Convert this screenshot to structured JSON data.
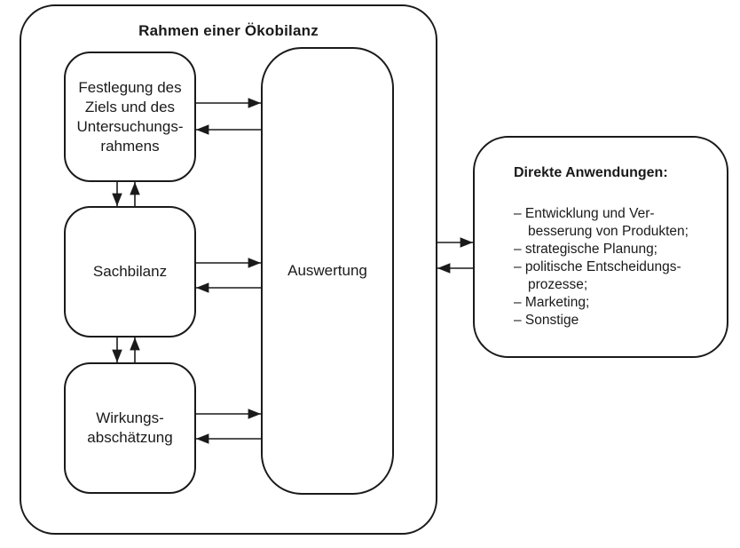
{
  "frame": {
    "title": "Rahmen einer Ökobilanz"
  },
  "nodes": {
    "goal": {
      "label": "Festlegung des\nZiels und des\nUntersuchungs-\nrahmens"
    },
    "inventory": {
      "label": "Sachbilanz"
    },
    "impact": {
      "label": "Wirkungs-\nabschätzung"
    },
    "interpretation": {
      "label": "Auswertung"
    }
  },
  "applications": {
    "title": "Direkte Anwendungen:",
    "lines": [
      {
        "text": "– Entwicklung und Ver-",
        "indent": false
      },
      {
        "text": "besserung von Produkten;",
        "indent": true
      },
      {
        "text": "– strategische Planung;",
        "indent": false
      },
      {
        "text": "– politische Entscheidungs-",
        "indent": false
      },
      {
        "text": "prozesse;",
        "indent": true
      },
      {
        "text": "– Marketing;",
        "indent": false
      },
      {
        "text": "– Sonstige",
        "indent": false
      }
    ]
  },
  "edges": [
    {
      "from": "goal",
      "to": "interpretation"
    },
    {
      "from": "interpretation",
      "to": "goal"
    },
    {
      "from": "goal",
      "to": "inventory"
    },
    {
      "from": "inventory",
      "to": "goal"
    },
    {
      "from": "inventory",
      "to": "interpretation"
    },
    {
      "from": "interpretation",
      "to": "inventory"
    },
    {
      "from": "inventory",
      "to": "impact"
    },
    {
      "from": "impact",
      "to": "inventory"
    },
    {
      "from": "impact",
      "to": "interpretation"
    },
    {
      "from": "interpretation",
      "to": "impact"
    },
    {
      "from": "frame",
      "to": "applications"
    },
    {
      "from": "applications",
      "to": "frame"
    }
  ],
  "colors": {
    "stroke": "#1a1a1a",
    "background": "#ffffff",
    "text": "#1a1a1a"
  }
}
